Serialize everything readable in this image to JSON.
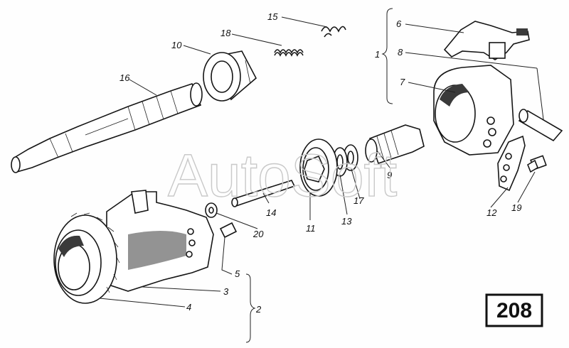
{
  "watermark": "AutoSoft",
  "page_number": "208",
  "labels": {
    "l1": "1",
    "l2": "2",
    "l3": "3",
    "l4": "4",
    "l5": "5",
    "l6": "6",
    "l7": "7",
    "l8": "8",
    "l9": "9",
    "l10": "10",
    "l11": "11",
    "l12": "12",
    "l13": "13",
    "l14": "14",
    "l15": "15",
    "l16": "16",
    "l17": "17",
    "l18": "18",
    "l19": "19",
    "l20": "20"
  },
  "colors": {
    "ink": "#151515",
    "watermark": "#c9c9c9",
    "paper": "#fefefe"
  }
}
